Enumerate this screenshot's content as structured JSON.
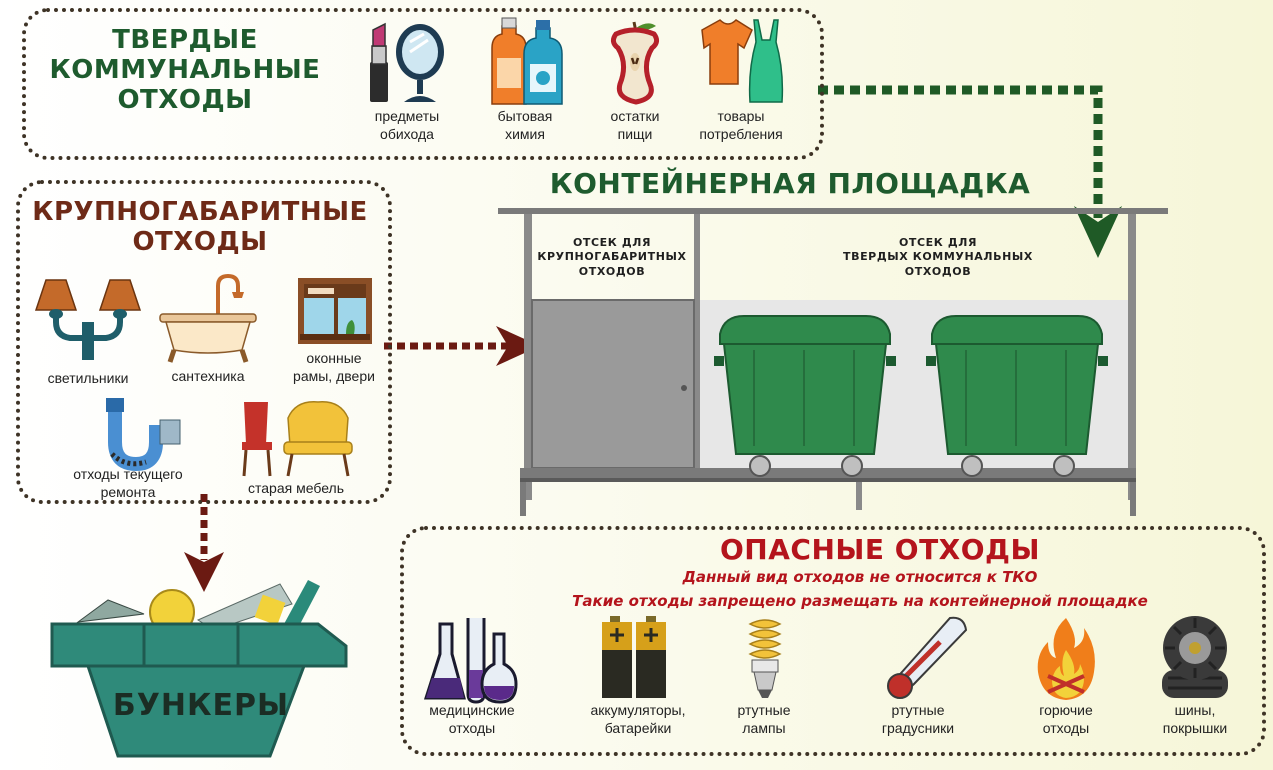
{
  "solid_waste": {
    "title": "ТВЕРДЫЕ\nКОММУНАЛЬНЫЕ\nОТХОДЫ",
    "items": [
      {
        "label": "предметы\nобихода",
        "icon": "lipstick-mirror-icon"
      },
      {
        "label": "бытовая\nхимия",
        "icon": "detergent-bottles-icon"
      },
      {
        "label": "остатки\nпищи",
        "icon": "apple-core-icon"
      },
      {
        "label": "товары\nпотребления",
        "icon": "clothing-icon"
      }
    ]
  },
  "bulky_waste": {
    "title": "КРУПНОГАБАРИТНЫЕ\nОТХОДЫ",
    "items": [
      {
        "label": "светильники",
        "icon": "chandelier-icon"
      },
      {
        "label": "сантехника",
        "icon": "bathtub-icon"
      },
      {
        "label": "оконные\nрамы, двери",
        "icon": "window-frame-icon"
      },
      {
        "label": "отходы текущего\nремонта",
        "icon": "drain-pipe-icon"
      },
      {
        "label": "старая мебель",
        "icon": "chairs-icon"
      }
    ]
  },
  "container_site": {
    "title": "КОНТЕЙНЕРНАЯ ПЛОЩАДКА",
    "bulky_compartment": "ОТСЕК ДЛЯ\nКРУПНОГАБАРИТНЫХ\nОТХОДОВ",
    "solid_compartment": "ОТСЕК ДЛЯ\nТВЕРДЫХ КОММУНАЛЬНЫХ\nОТХОДОВ"
  },
  "bunkers": {
    "label": "БУНКЕРЫ"
  },
  "hazardous": {
    "title": "ОПАСНЫЕ ОТХОДЫ",
    "note1": "Данный вид отходов не относится к ТКО",
    "note2": "Такие отходы запрещено размещать на контейнерной площадке",
    "items": [
      {
        "label": "медицинские\nотходы",
        "icon": "lab-flasks-icon"
      },
      {
        "label": "аккумуляторы,\nбатарейки",
        "icon": "batteries-icon"
      },
      {
        "label": "ртутные\nлампы",
        "icon": "energy-saving-lamp-icon"
      },
      {
        "label": "ртутные\nградусники",
        "icon": "thermometer-icon"
      },
      {
        "label": "горючие\nотходы",
        "icon": "fire-icon"
      },
      {
        "label": "шины,\nпокрышки",
        "icon": "tires-icon"
      }
    ]
  },
  "colors": {
    "heading_green": "#1e5b2e",
    "heading_brown": "#6e2a17",
    "hazard_red": "#b4141c",
    "container_green": "#2f8a4c",
    "arrow_green": "#1f5a26",
    "arrow_brown": "#6b1a12"
  }
}
